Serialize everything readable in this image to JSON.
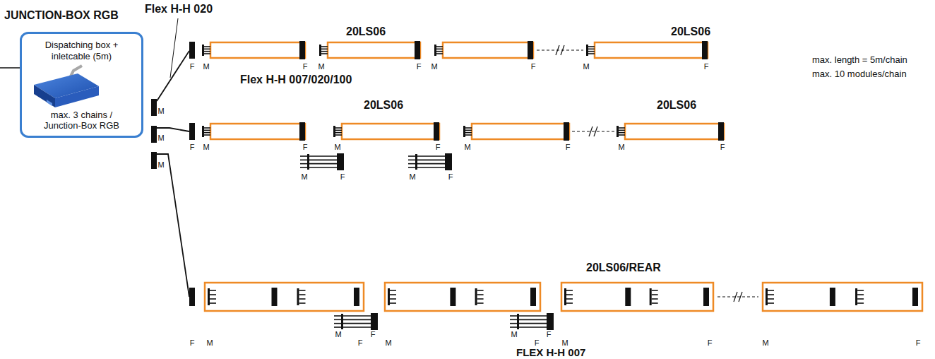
{
  "diagram": {
    "nodes": [
      {
        "text": [
          "JUNCTION-BOX RGB",
          "Dispatching box + inletcable (5m)",
          "max. 3 chains / Junction-Box RGB"
        ]
      }
    ],
    "labels": [
      "Flex H-H 020",
      "20LS06",
      "20LS06",
      "max. length = 5m/chain",
      "max. 10 modules/chain",
      "M",
      "M",
      "M",
      "F",
      "M",
      "F",
      "M",
      "F",
      "M",
      "F",
      "M",
      "F",
      "Flex H-H 007/020/100",
      "20LS06",
      "20LS06",
      "F",
      "M",
      "F",
      "M",
      "F",
      "M",
      "F",
      "M",
      "F",
      "M",
      "F",
      "M",
      "F",
      "20LS06/REAR",
      "M",
      "F",
      "M",
      "F",
      "F",
      "M",
      "F",
      "M",
      "F",
      "M",
      "F",
      "M",
      "F",
      "FLEX H-H 007"
    ]
  }
}
